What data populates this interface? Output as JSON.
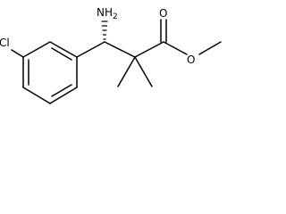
{
  "molecule": {
    "labels": {
      "chlorine": "Cl",
      "amine_main": "NH",
      "amine_sub": "2",
      "carbonyl_oxygen": "O",
      "ester_oxygen": "O"
    },
    "stereo_bond": "hashed wedge",
    "colors": {
      "bond": "#000000",
      "background": "#ffffff"
    }
  }
}
